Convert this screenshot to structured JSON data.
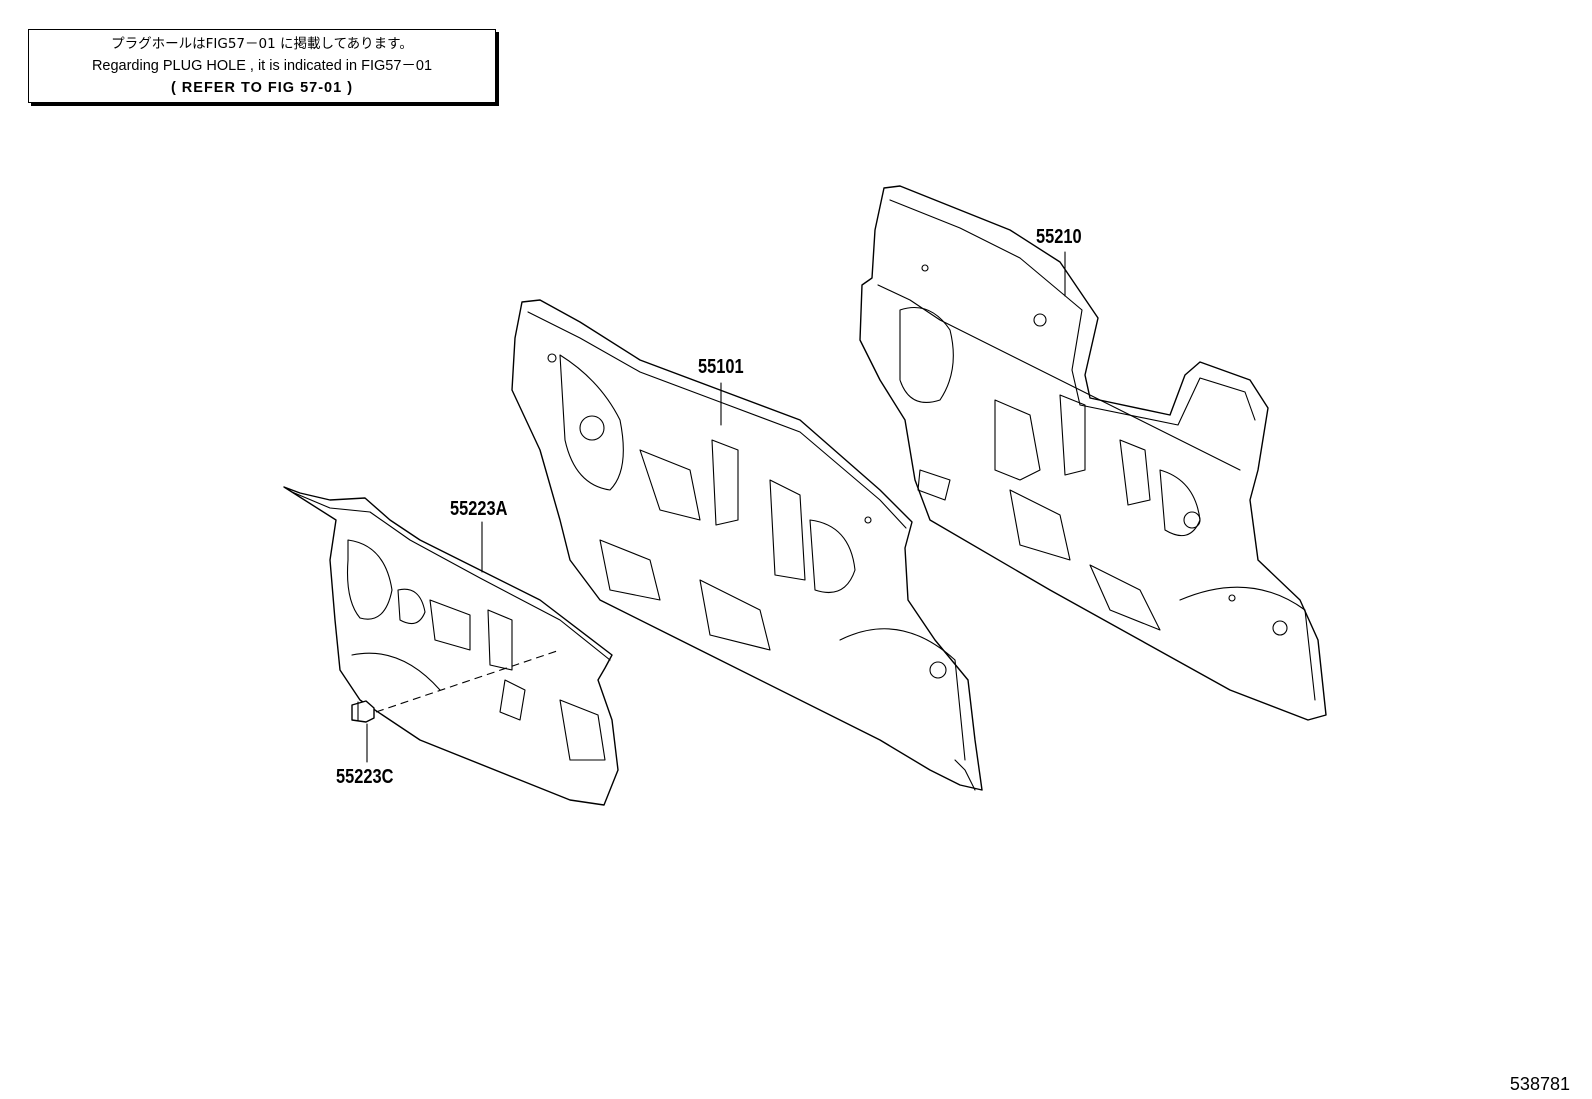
{
  "note": {
    "line_jp": "プラグホールはFIG57－01 に掲載してあります。",
    "line_en": "Regarding  PLUG  HOLE  , it  is  indicated  in  FIG57－01",
    "line_ref": "(    REFER  TO  FIG  57-01    )"
  },
  "parts": [
    {
      "number": "55210"
    },
    {
      "number": "55101"
    },
    {
      "number": "55223A"
    },
    {
      "number": "55223C"
    }
  ],
  "figure_id": "538781"
}
